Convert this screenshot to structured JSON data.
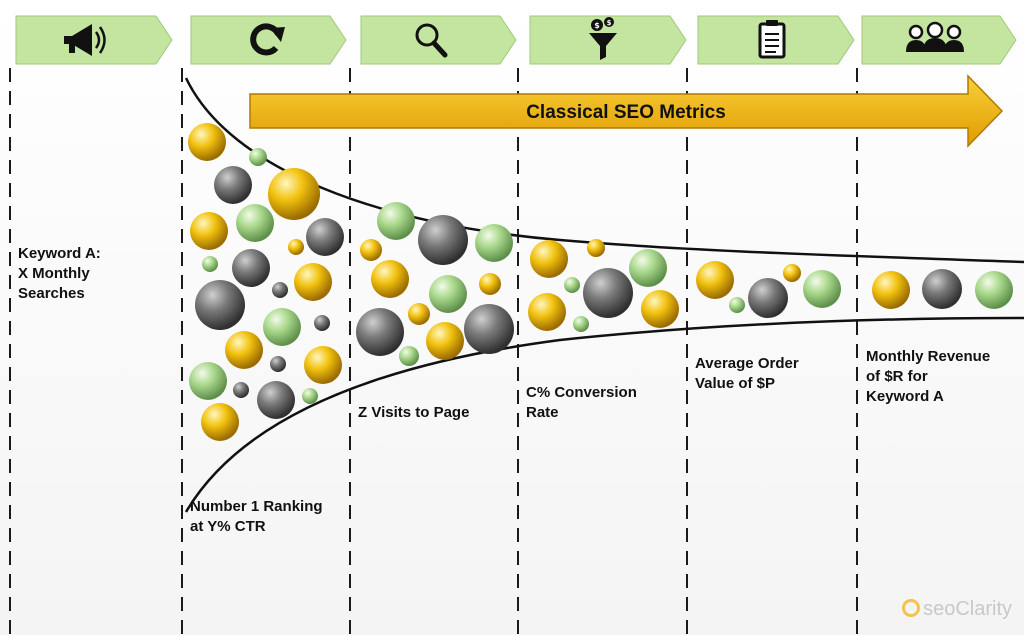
{
  "stages": [
    {
      "icon": "megaphone-icon"
    },
    {
      "icon": "refresh-arrow-icon"
    },
    {
      "icon": "magnifier-icon"
    },
    {
      "icon": "money-funnel-icon"
    },
    {
      "icon": "clipboard-icon"
    },
    {
      "icon": "people-group-icon"
    }
  ],
  "banner": {
    "label": "Classical SEO Metrics"
  },
  "labels": {
    "keyword": [
      "Keyword A:",
      "X Monthly",
      "Searches"
    ],
    "ranking": [
      "Number 1 Ranking",
      "at Y% CTR"
    ],
    "visits": [
      "Z Visits to Page"
    ],
    "conversion": [
      "C% Conversion",
      "Rate"
    ],
    "order": [
      "Average Order",
      "Value of $P"
    ],
    "revenue": [
      "Monthly Revenue",
      "of $R for",
      "Keyword A"
    ]
  },
  "logo": {
    "text": "seoClarity"
  },
  "colors": {
    "stage_fill": "#c4e5a0",
    "banner_fill": "#f0b100",
    "ball_gold": "#e8b400",
    "ball_gray": "#6f6f6f",
    "ball_green": "#a9d88c"
  }
}
